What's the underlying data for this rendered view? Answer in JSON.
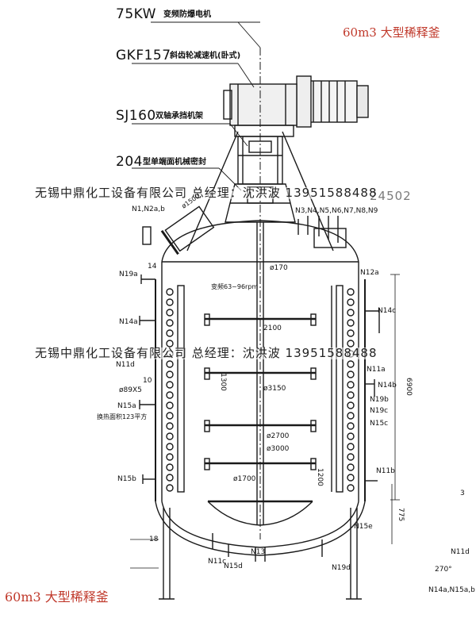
{
  "title_top": "60m3 大型稀释釜",
  "title_bottom": "60m3 大型稀释釜",
  "callouts": {
    "motor": {
      "code": "75KW",
      "desc": "变频防爆电机"
    },
    "reducer": {
      "code": "GKF157",
      "desc": "斜齿轮减速机(卧式)"
    },
    "frame": {
      "code": "SJ160",
      "desc": "双轴承挡机架"
    },
    "seal": {
      "code": "204",
      "desc": "型单端面机械密封"
    }
  },
  "watermarks": [
    "无锡中鼎化工设备有限公司 总经理：沈洪波 13951588488",
    "无锡中鼎化工设备有限公司 总经理：沈洪波 13951588488"
  ],
  "watermark_overlay": "24502",
  "nozzles": {
    "n1_group": "N1,N2a,b",
    "top_group": "N3,N4,N5,N6,N7,N8,N9",
    "n12a": "N12a",
    "n19a": "N19a",
    "n14a": "N14a",
    "n11d": "N11d",
    "n15a": "N15a",
    "n15b": "N15b",
    "n14c": "N14c",
    "n11a": "N11a",
    "n14b": "N14b",
    "n19b": "N19b",
    "n19c": "N19c",
    "n15c": "N15c",
    "n11b": "N11b",
    "n15e": "N15e",
    "n13": "N13",
    "n11c": "N11c",
    "n15d": "N15d",
    "n19d": "N19d",
    "n11d_right": "N11d",
    "n14bottom": "N14a,N15a,b"
  },
  "dims": {
    "d_170": "ø170",
    "flange_label": "变频63~96rpm",
    "d_2100": "2100",
    "d_3150": "ø3150",
    "d_2700": "ø2700",
    "d_3000": "ø3000",
    "d_1700": "ø1700",
    "d_89": "ø89X5",
    "jacket_area": "换热面积123平方",
    "dim_14": "14",
    "dim_10": "10",
    "dim_18": "18",
    "dim_6900": "6900",
    "dim_775": "775",
    "dim_1300": "1300",
    "dim_1200": "1200",
    "angle_270": "270°",
    "top_dim": "ø1500",
    "dim_3": "3"
  }
}
